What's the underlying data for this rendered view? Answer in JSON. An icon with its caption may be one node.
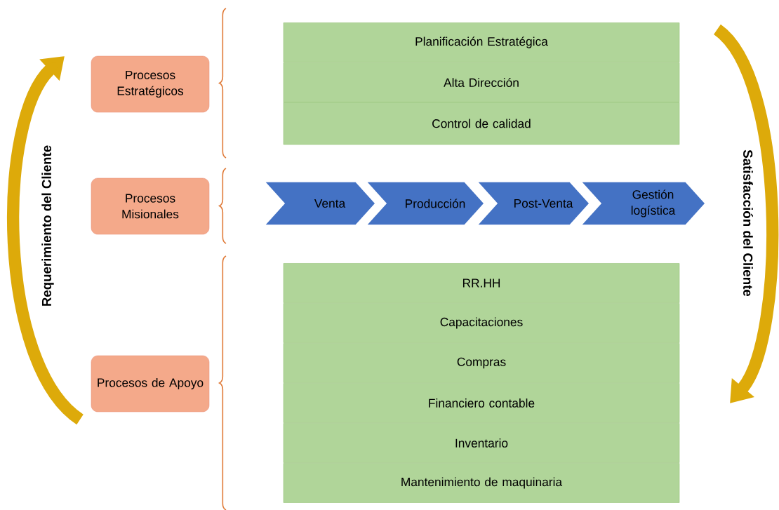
{
  "diagram": {
    "nodes": [
      {
        "text": [
          "Procesos Estratégicos"
        ]
      },
      {
        "text": [
          "Planificación Estratégica"
        ]
      },
      {
        "text": [
          "Alta Dirección"
        ]
      },
      {
        "text": [
          "Control de calidad"
        ]
      },
      {
        "text": [
          "Procesos Misionales"
        ]
      },
      {
        "text": [
          "Venta"
        ]
      },
      {
        "text": [
          "Producción"
        ]
      },
      {
        "text": [
          "Post-Venta"
        ]
      },
      {
        "text": [
          "Gestión logística"
        ]
      },
      {
        "text": [
          "Procesos de Apoyo"
        ]
      },
      {
        "text": [
          "RR.HH"
        ]
      },
      {
        "text": [
          "Capacitaciones"
        ]
      },
      {
        "text": [
          "Compras"
        ]
      },
      {
        "text": [
          "Financiero contable"
        ]
      },
      {
        "text": [
          "Inventario"
        ]
      },
      {
        "text": [
          "Mantenimiento de maquinaria"
        ]
      }
    ],
    "labels": [
      "Requerimiento del Cliente",
      "Satisfacción del Cliente"
    ]
  }
}
